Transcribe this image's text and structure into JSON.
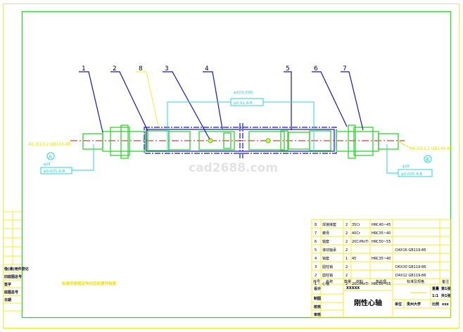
{
  "drawing": {
    "title": "刚性心轴",
    "code": "XXXXX",
    "watermark": "cad2688.com",
    "tech_note": "标准件按规定作对应处理并检查",
    "balloons": [
      "1",
      "2",
      "8",
      "3",
      "4",
      "5",
      "6",
      "7"
    ],
    "left_dimension": "A6.3/13.2  GB145-85",
    "right_dimension": "A6.3/13.2  GB145-85",
    "datum_a": "A",
    "datum_b": "B",
    "tol_left": {
      "dia": "φ18",
      "value": "φ0.005 A-B"
    },
    "tol_center": {
      "dia": "φ42(0.008)",
      "value": "φ0.01 A-B"
    },
    "tol_right": {
      "dia": "φ18",
      "value": "φ0.005 A-B"
    }
  },
  "bom": {
    "rows": [
      {
        "no": "8",
        "name": "焊接接套",
        "qty": "2",
        "material": "35Cr",
        "hardness": "HRC40~45",
        "std": ""
      },
      {
        "no": "7",
        "name": "螺母",
        "qty": "2",
        "material": "40Cr",
        "hardness": "HRC35~40",
        "std": ""
      },
      {
        "no": "6",
        "name": "轴套",
        "qty": "2",
        "material": "20CrMnTi",
        "hardness": "HRC50~55",
        "std": ""
      },
      {
        "no": "5",
        "name": "滚动轴承",
        "qty": "2",
        "material": "",
        "hardness": "",
        "std": "D4X16  GB119-86"
      },
      {
        "no": "4",
        "name": "销套",
        "qty": "1",
        "material": "45",
        "hardness": "HRC35~40",
        "std": ""
      },
      {
        "no": "3",
        "name": "圆柱销",
        "qty": "2",
        "material": "",
        "hardness": "",
        "std": "D6X30  GB119-86"
      },
      {
        "no": "2",
        "name": "圆柱销",
        "qty": "2",
        "material": "",
        "hardness": "",
        "std": "D4X12  GB119-86"
      },
      {
        "no": "1",
        "name": "心轴",
        "qty": "2",
        "material": "20CrMnTi",
        "hardness": "HRC50~55",
        "std": ""
      }
    ],
    "header": {
      "no": "序号",
      "name": "名称",
      "qty": "数量",
      "material": "材料",
      "hardness": "热处理",
      "std": "标准及规格",
      "note": "备注"
    },
    "labels": {
      "design": "设计",
      "draw": "制图",
      "check": "校核",
      "approve": "审核",
      "scale_label": "比例",
      "scale": "1:1",
      "sheet_label": "第1张",
      "sheets": "共1张",
      "weight": "重量",
      "mass": "重量",
      "unit": "单位",
      "school": "贵州大学",
      "dept": "xxx"
    }
  },
  "left_strip": {
    "a": "借(通)用件登记",
    "b": "旧底图总号",
    "c": "底图总号",
    "d": "签字",
    "e": "日期"
  }
}
